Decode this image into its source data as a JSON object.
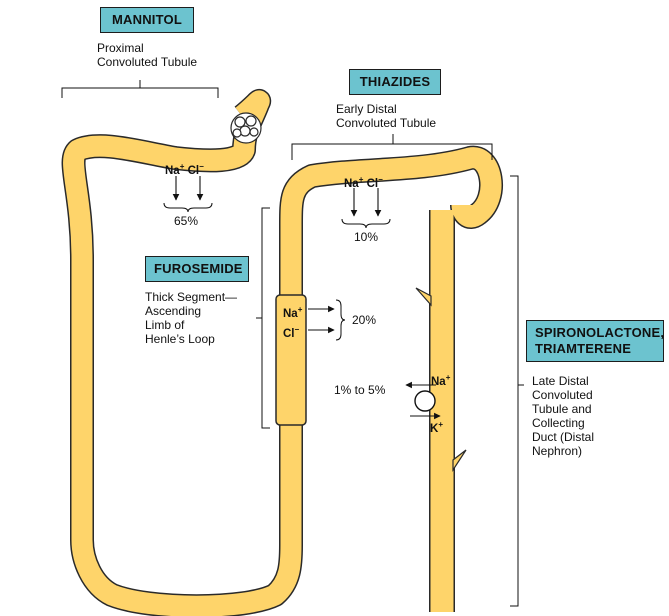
{
  "colors": {
    "tubule": "#fed46a",
    "tubule_edge": "#2a2a2a",
    "drug_box": "#6cc3cf"
  },
  "drugs": {
    "mannitol": "MANNITOL",
    "thiazides": "THIAZIDES",
    "furosemide": "FUROSEMIDE",
    "spironolactone_line1": "SPIRONOLACTONE,",
    "spironolactone_line2": "TRIAMTERENE"
  },
  "segments": {
    "proximal": [
      "Proximal",
      "Convoluted Tubule"
    ],
    "early_distal": [
      "Early Distal",
      "Convoluted Tubule"
    ],
    "thick_ascending": [
      "Thick Segment—",
      "Ascending",
      "Limb of",
      "Henle’s Loop"
    ],
    "late_distal": [
      "Late Distal",
      "Convoluted",
      "Tubule and",
      "Collecting",
      "Duct (Distal",
      "Nephron)"
    ]
  },
  "ions": {
    "na": "Na",
    "cl": "Cl",
    "k": "K",
    "plus": "+",
    "minus": "−"
  },
  "percentages": {
    "proximal": "65%",
    "early_distal": "10%",
    "thick_ascending": "20%",
    "late_distal": "1% to 5%"
  }
}
